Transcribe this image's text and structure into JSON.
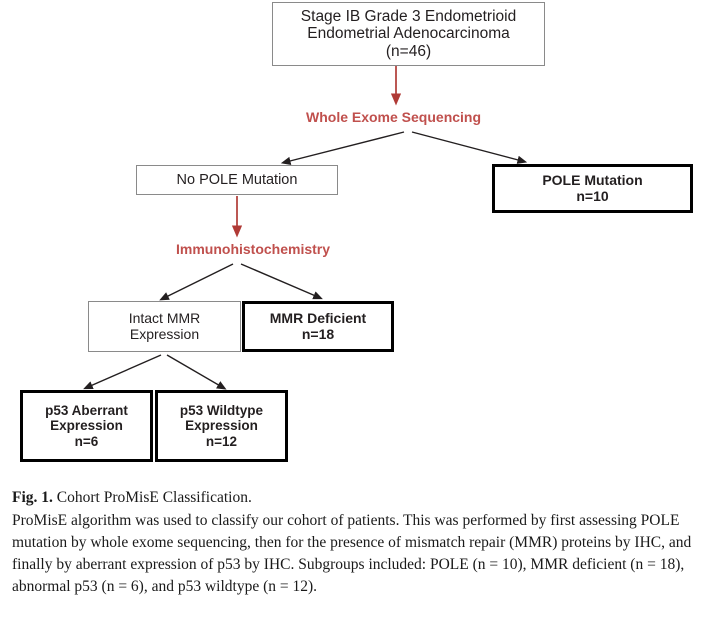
{
  "figure": {
    "type": "flowchart",
    "nodes": [
      {
        "id": "cohort",
        "style": "thin",
        "lines": [
          "Stage IB Grade 3 Endometrioid",
          "Endometrial Adenocarcinoma",
          "(n=46)"
        ]
      },
      {
        "id": "no_pole",
        "style": "thin",
        "lines": [
          "No POLE Mutation"
        ]
      },
      {
        "id": "pole",
        "style": "thick",
        "lines": [
          "POLE Mutation",
          "n=10"
        ]
      },
      {
        "id": "intact_mmr",
        "style": "thin",
        "lines": [
          "Intact MMR",
          "Expression"
        ]
      },
      {
        "id": "mmr_deficient",
        "style": "thick",
        "lines": [
          "MMR Deficient",
          "n=18"
        ]
      },
      {
        "id": "p53_aberrant",
        "style": "thick",
        "lines": [
          "p53 Aberrant",
          "Expression",
          "n=6"
        ]
      },
      {
        "id": "p53_wildtype",
        "style": "thick",
        "lines": [
          "p53 Wildtype",
          "Expression",
          "n=12"
        ]
      }
    ],
    "stage_labels": [
      {
        "id": "wes",
        "text": "Whole Exome Sequencing"
      },
      {
        "id": "ihc",
        "text": "Immunohistochemistry"
      }
    ],
    "colors": {
      "stage_label": "#c0504d",
      "stage_arrow": "#c0504d",
      "branch_arrow": "#231f20",
      "thin_border": "#8a8a8a",
      "thick_border": "#000000",
      "background": "#ffffff"
    }
  },
  "caption": {
    "fig_number": "Fig. 1.",
    "title": " Cohort ProMisE Classification.",
    "body": "ProMisE algorithm was used to classify our cohort of patients. This was performed by first assessing POLE mutation by whole exome sequencing, then for the presence of mismatch repair (MMR) proteins by IHC, and finally by aberrant expression of p53 by IHC. Subgroups included: POLE (n = 10), MMR deficient (n = 18), abnormal p53 (n = 6), and p53 wildtype (n = 12)."
  },
  "chart_data": {
    "type": "diagram",
    "title": "Cohort ProMisE Classification",
    "total_n": 46,
    "groups": [
      {
        "label": "POLE Mutation",
        "n": 10
      },
      {
        "label": "MMR Deficient",
        "n": 18
      },
      {
        "label": "p53 Aberrant Expression",
        "n": 6
      },
      {
        "label": "p53 Wildtype Expression",
        "n": 12
      }
    ]
  }
}
